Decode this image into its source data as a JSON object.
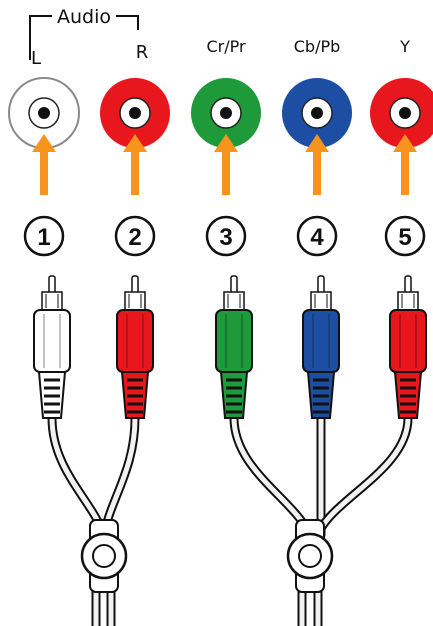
{
  "audio_bracket": {
    "title": "Audio",
    "left": "L",
    "right": "R"
  },
  "jacks": [
    {
      "label": "",
      "number": "1",
      "color": "#ffffff",
      "ring": "#8a8a8a"
    },
    {
      "label": "",
      "number": "2",
      "color": "#e8161d",
      "ring": "#e8161d"
    },
    {
      "label": "Cr/Pr",
      "number": "3",
      "color": "#1f9a3a",
      "ring": "#1f9a3a"
    },
    {
      "label": "Cb/Pb",
      "number": "4",
      "color": "#1c4fa3",
      "ring": "#1c4fa3"
    },
    {
      "label": "Y",
      "number": "5",
      "color": "#e8161d",
      "ring": "#e8161d"
    }
  ],
  "arrow_color": "#f7941d",
  "cables": [
    {
      "name": "audio-cable",
      "plugs": [
        "#ffffff",
        "#e8161d"
      ]
    },
    {
      "name": "component-video-cable",
      "plugs": [
        "#1f9a3a",
        "#1c4fa3",
        "#e8161d"
      ]
    }
  ]
}
